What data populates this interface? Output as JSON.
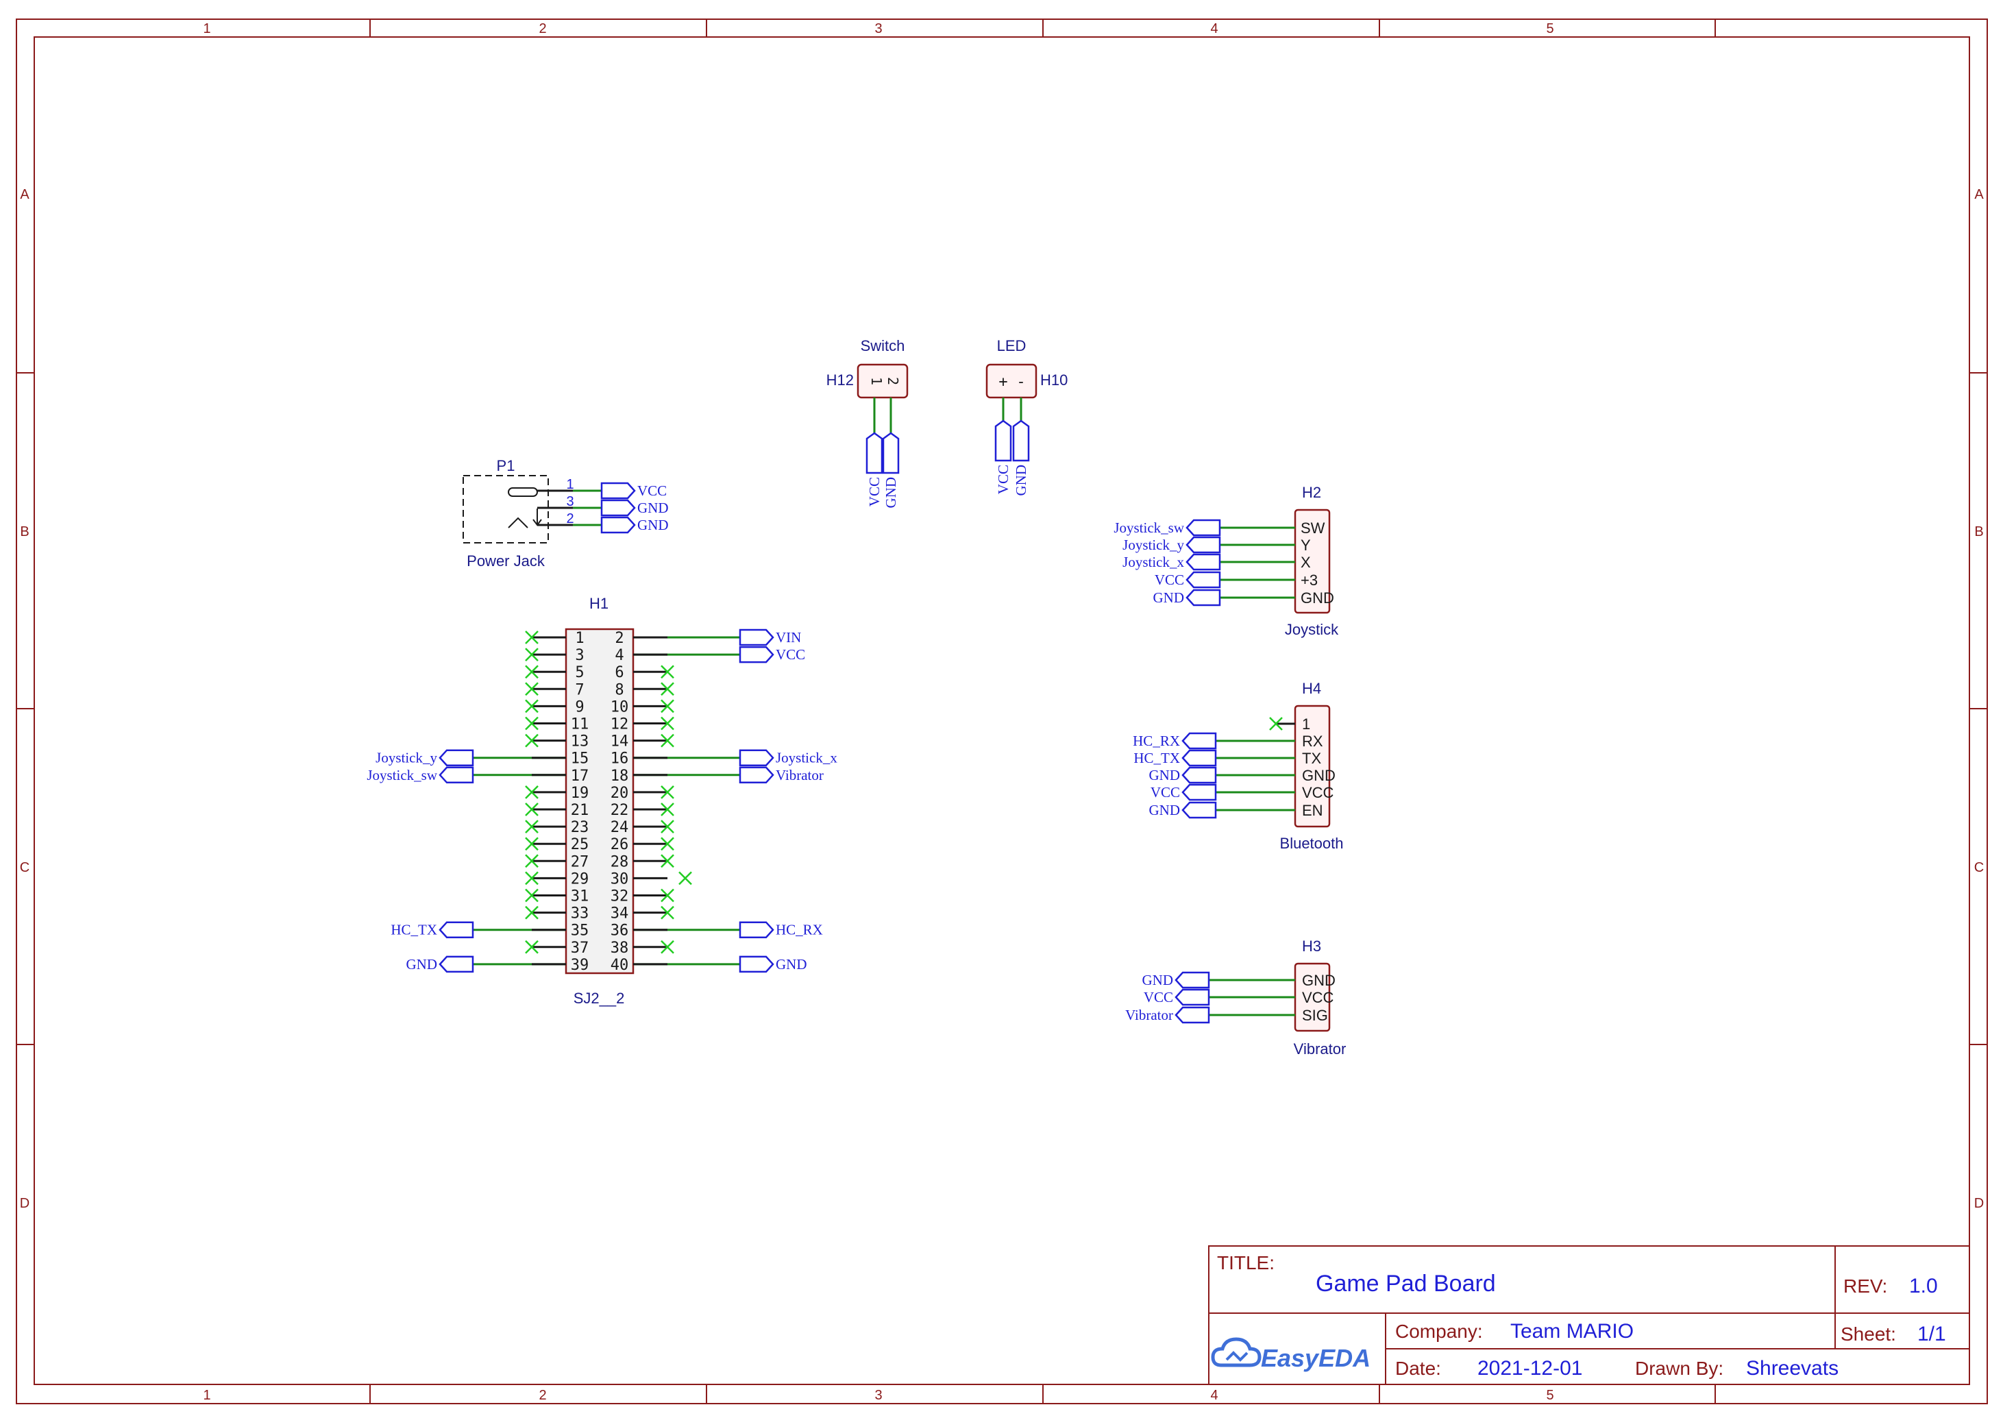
{
  "frame": {
    "cols": [
      "1",
      "2",
      "3",
      "4",
      "5"
    ],
    "rows": [
      "A",
      "B",
      "C",
      "D"
    ],
    "border_color": "#8b1a1a"
  },
  "colors": {
    "wire": "#1a8a1a",
    "netlabel": "#1f1fd6",
    "part": "#8b1a1a",
    "partfill": "#fff2f2",
    "text": "#1a1a8a",
    "noconnect": "#22cc22"
  },
  "title_block": {
    "title_label": "TITLE:",
    "title": "Game Pad Board",
    "rev_label": "REV:",
    "rev": "1.0",
    "company_label": "Company:",
    "company": "Team MARIO",
    "sheet_label": "Sheet:",
    "sheet": "1/1",
    "date_label": "Date:",
    "date": "2021-12-01",
    "drawn_label": "Drawn By:",
    "drawn_by": "Shreevats",
    "logo": "EasyEDA"
  },
  "parts": {
    "switch": {
      "name": "Switch",
      "ref": "H12",
      "pins": [
        "1",
        "2"
      ],
      "nets": [
        "VCC",
        "GND"
      ]
    },
    "led": {
      "name": "LED",
      "ref": "H10",
      "pins": [
        "+",
        "-"
      ],
      "nets": [
        "VCC",
        "GND"
      ]
    },
    "power_jack": {
      "ref": "P1",
      "name": "Power Jack",
      "pins": [
        "1",
        "3",
        "2"
      ],
      "nets": [
        "VCC",
        "GND",
        "GND"
      ]
    },
    "joystick": {
      "ref": "H2",
      "name": "Joystick",
      "pins": [
        "SW",
        "Y",
        "X",
        "+3",
        "GND"
      ],
      "nets": [
        "Joystick_sw",
        "Joystick_y",
        "Joystick_x",
        "VCC",
        "GND"
      ]
    },
    "bluetooth": {
      "ref": "H4",
      "name": "Bluetooth",
      "pins": [
        "1",
        "RX",
        "TX",
        "GND",
        "VCC",
        "EN"
      ],
      "nets": [
        "HC_RX",
        "HC_TX",
        "GND",
        "VCC",
        "GND"
      ]
    },
    "vibrator": {
      "ref": "H3",
      "name": "Vibrator",
      "pins": [
        "GND",
        "VCC",
        "SIG"
      ],
      "nets": [
        "GND",
        "VCC",
        "Vibrator"
      ]
    },
    "header": {
      "ref": "H1",
      "name": "SJ2__2",
      "left_pins": [
        "1",
        "3",
        "5",
        "7",
        "9",
        "11",
        "13",
        "15",
        "17",
        "19",
        "21",
        "23",
        "25",
        "27",
        "29",
        "31",
        "33",
        "35",
        "37",
        "39"
      ],
      "right_pins": [
        "2",
        "4",
        "6",
        "8",
        "10",
        "12",
        "14",
        "16",
        "18",
        "20",
        "22",
        "24",
        "26",
        "28",
        "30",
        "32",
        "34",
        "36",
        "38",
        "40"
      ],
      "left_nets": {
        "15": "Joystick_y",
        "17": "Joystick_sw",
        "35": "HC_TX",
        "39": "GND"
      },
      "right_nets": {
        "2": "VIN",
        "4": "VCC",
        "16": "Joystick_x",
        "18": "Vibrator",
        "36": "HC_RX",
        "40": "GND"
      }
    }
  }
}
